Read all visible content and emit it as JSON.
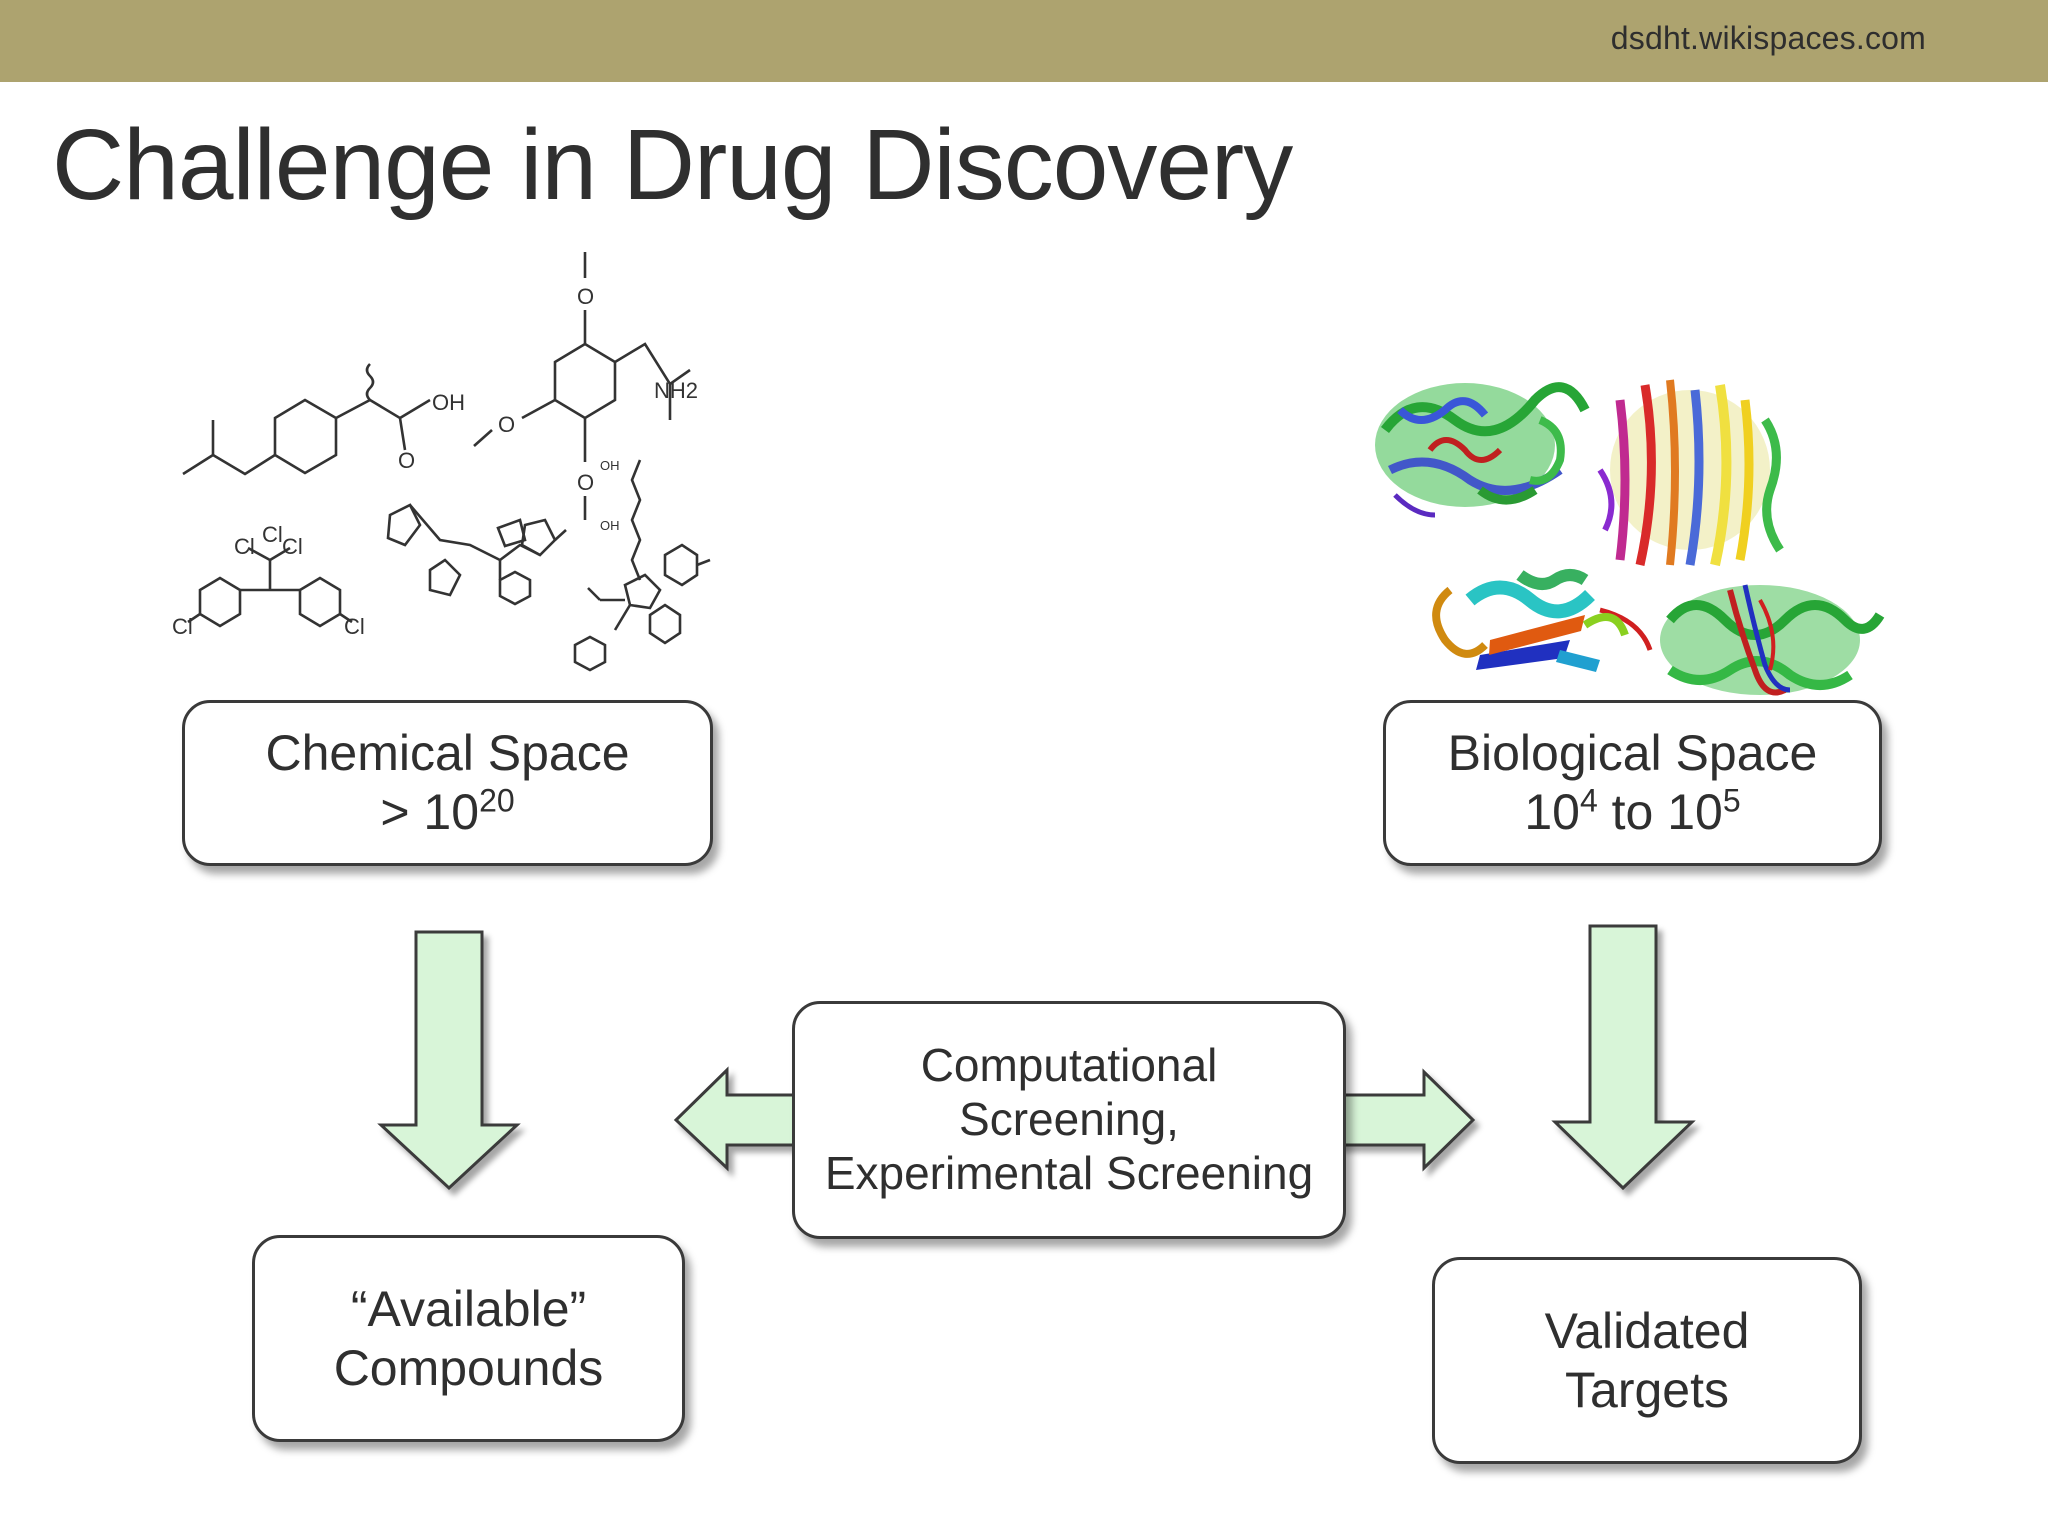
{
  "header": {
    "source": "dsdht.wikispaces.com"
  },
  "title": "Challenge in Drug Discovery",
  "boxes": {
    "chemical": {
      "line1": "Chemical Space",
      "line2_prefix": "> 10",
      "line2_exp": "20"
    },
    "biological": {
      "line1": "Biological Space",
      "base1": "10",
      "exp1": "4",
      "mid": " to ",
      "base2": "10",
      "exp2": "5"
    },
    "screening": {
      "line1": "Computational",
      "line2": "Screening,",
      "line3": "Experimental Screening"
    },
    "available": {
      "line1": "“Available”",
      "line2": "Compounds"
    },
    "validated": {
      "line1": "Validated",
      "line2": "Targets"
    }
  },
  "molecules": {
    "oh": "OH",
    "o": "O",
    "nh2": "NH2",
    "cl": "Cl"
  },
  "colors": {
    "header_bar": "#ada36f",
    "arrow_fill": "#d8f5d8",
    "box_border": "#3a3a3a"
  },
  "icons": [
    "chemical-structures-illustration",
    "protein-structures-illustration"
  ]
}
